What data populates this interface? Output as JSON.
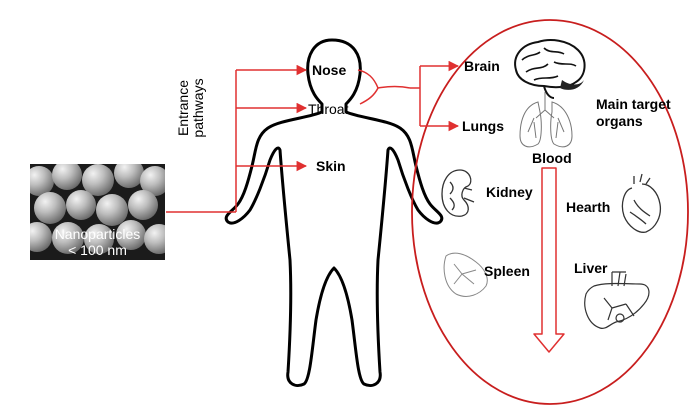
{
  "entrance_label": "Entrance pathways",
  "entry_points": {
    "nose": "Nose",
    "throat": "Throat",
    "skin": "Skin"
  },
  "nanoparticles": {
    "label": "Nanoparticles",
    "size": "< 100 nm"
  },
  "organs": {
    "brain": "Brain",
    "lungs": "Lungs",
    "blood": "Blood",
    "kidney": "Kidney",
    "hearth": "Hearth",
    "spleen": "Spleen",
    "liver": "Liver"
  },
  "target_note": "Main target organs",
  "colors": {
    "arrows": "#e03030",
    "ellipse": "#c81e1e",
    "outline": "#000000"
  }
}
